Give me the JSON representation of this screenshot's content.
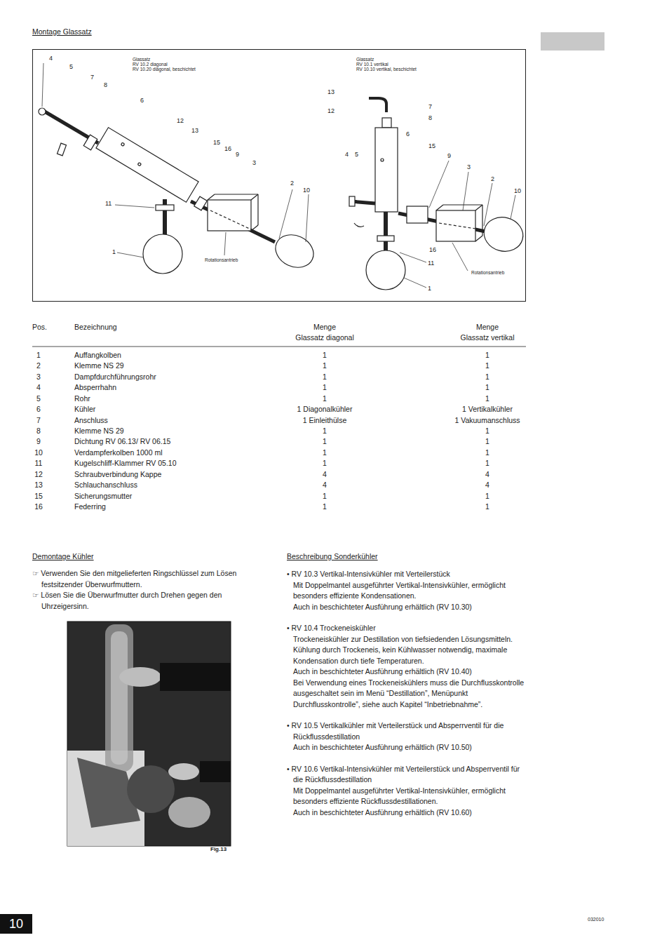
{
  "diagram": {
    "nodes": [
      {
        "text": [
          "Glassatz",
          "RV 10.2 diagonal",
          "RV 10.20 diagonal, beschichtet",
          "Glassatz",
          "RV 10.1 vertikal",
          "RV 10.10 vertikal, beschichtet"
        ]
      }
    ],
    "labels": [
      "Montage Glassatz",
      "4",
      "5",
      "7",
      "8",
      "6",
      "12",
      "13",
      "15",
      "16",
      "9",
      "3",
      "2",
      "10",
      "11",
      "1",
      "Rotationsantrieb",
      "13",
      "12",
      "7",
      "8",
      "6",
      "15",
      "4",
      "5",
      "9",
      "3",
      "2",
      "10",
      "16",
      "11",
      "1",
      "Rotationsantrieb",
      "Pos.",
      "Bezeichnung",
      "Menge",
      "Glassatz diagonal",
      "Menge",
      "Glassatz vertikal",
      "1",
      "Auffangkolben",
      "1",
      "1",
      "2",
      "Klemme NS 29",
      "1",
      "1",
      "3",
      "Dampfdurchführungsrohr",
      "1",
      "1",
      "4",
      "Absperrhahn",
      "1",
      "1",
      "5",
      "Rohr",
      "1",
      "1",
      "6",
      "Kühler",
      "1 Diagonalkühler",
      "1 Vertikalkühler",
      "7",
      "Anschluss",
      "1 Einleithülse",
      "1 Vakuumanschluss",
      "8",
      "Klemme NS 29",
      "1",
      "1",
      "9",
      "Dichtung RV 06.13/ RV 06.15",
      "1",
      "1",
      "10",
      "Verdampferkolben 1000 ml",
      "1",
      "1",
      "11",
      "Kugelschliff-Klammer RV 05.10",
      "1",
      "1",
      "12",
      "Schraubverbindung Kappe",
      "4",
      "4",
      "13",
      "Schlauchanschluss",
      "4",
      "4",
      "15",
      "Sicherungsmutter",
      "1",
      "1",
      "16",
      "Federring",
      "1",
      "1",
      "Demontage Kühler",
      "☞ Verwenden Sie den mitgelieferten Ringschlüssel zum Lösen festsitzender Überwurfmuttern.",
      "☞ Lösen Sie die Überwurfmutter durch Drehen gegen den Uhrzeigersinn.",
      "Fig.13",
      "Beschreibung Sonderkühler",
      "• RV 10.3 Vertikal-Intensivkühler mit Verteilerstück",
      "Mit Doppelmantel ausgeführter Vertikal-Intensivkühler, ermöglicht besonders effiziente Kondensationen.",
      "Auch in beschichteter Ausführung erhältlich (RV 10.30)",
      "• RV 10.4 Trockeneiskühler",
      "Trockeneiskühler zur Destillation von tiefsiedenden Lösungsmitteln.",
      "Kühlung durch Trockeneis, kein Kühlwasser notwendig, maximale Kondensation durch tiefe Temperaturen.",
      "Auch in beschichteter Ausführung erhältlich (RV 10.40)",
      "Bei Verwendung eines Trockeneiskühlers muss die Durchflusskontrolle ausgeschaltet sein im Menü “Destillation”, Menüpunkt Durchflusskontrolle”, siehe auch Kapitel “Inbetriebnahme”.",
      "• RV 10.5 Vertikalkühler mit Verteilerstück und Absperrventil für die Rückflussdestillation",
      "Auch in beschichteter Ausführung erhältlich (RV 10.50)",
      "• RV 10.6 Vertikal-Intensivkühler mit Verteilerstück und Absperrventil für die Rückflussdestillation",
      "Mit Doppelmantel ausgeführter Vertikal-Intensivkühler, ermöglicht besonders effiziente Rückflussdestillationen.",
      "Auch in beschichteter Ausführung erhältlich (RV 10.60)",
      "10",
      "032010"
    ]
  }
}
